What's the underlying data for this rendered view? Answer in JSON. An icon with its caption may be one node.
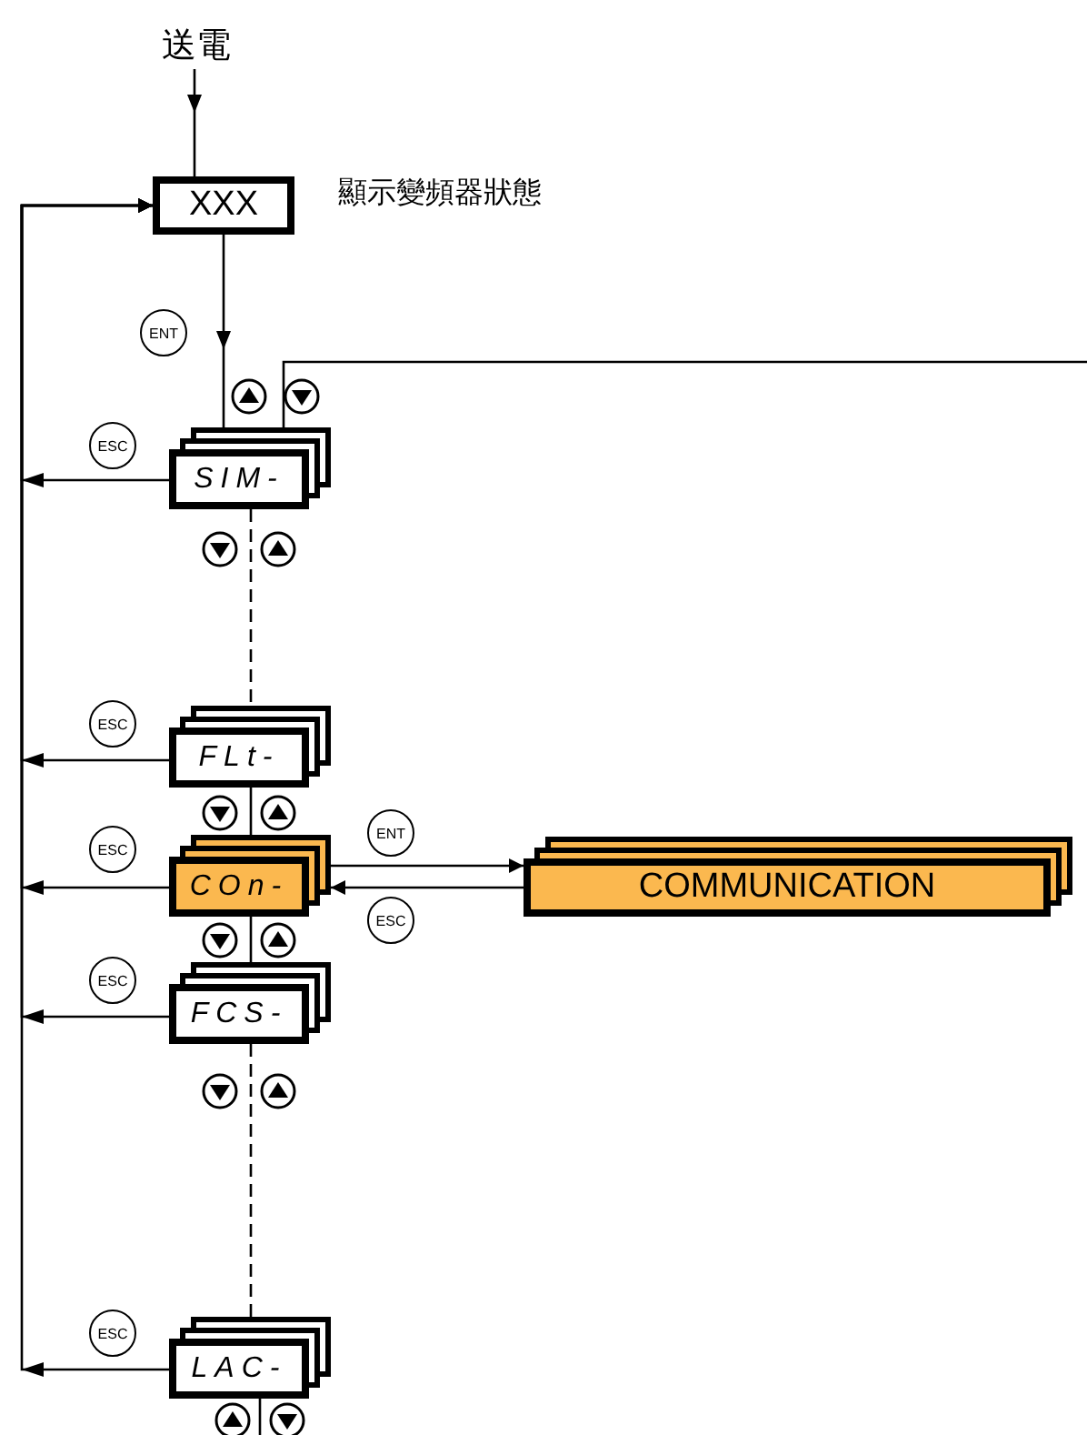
{
  "diagram": {
    "nodes": [
      {
        "text": [
          "送電"
        ]
      },
      {
        "text": [
          "XXX"
        ],
        "beside": [
          "顯示變頻器狀態"
        ]
      },
      {
        "text": [
          "SIM-"
        ]
      },
      {
        "text": [
          "FLt-"
        ]
      },
      {
        "text": [
          "COn-"
        ]
      },
      {
        "text": [
          "FCS-"
        ]
      },
      {
        "text": [
          "LAC-"
        ]
      },
      {
        "text": [
          "COMMUNICATION"
        ]
      }
    ],
    "edges": [
      {
        "from": 0,
        "to": 1,
        "arrow": "to"
      },
      {
        "from": 1,
        "to": 2,
        "arrow": "to",
        "label": "ENT"
      },
      {
        "from": 2,
        "to": 1,
        "arrow": "to",
        "label": "ESC"
      },
      {
        "from": 3,
        "to": 1,
        "arrow": "to",
        "label": "ESC"
      },
      {
        "from": 4,
        "to": 1,
        "arrow": "to",
        "label": "ESC"
      },
      {
        "from": 5,
        "to": 1,
        "arrow": "to",
        "label": "ESC"
      },
      {
        "from": 6,
        "to": 1,
        "arrow": "to",
        "label": "ESC"
      },
      {
        "from": 2,
        "to": 3,
        "arrow": "none",
        "style": "dashed"
      },
      {
        "from": 3,
        "to": 4,
        "arrow": "none"
      },
      {
        "from": 4,
        "to": 5,
        "arrow": "none"
      },
      {
        "from": 5,
        "to": 6,
        "arrow": "none",
        "style": "dashed"
      },
      {
        "from": 4,
        "to": 7,
        "arrow": "to",
        "label": "ENT"
      },
      {
        "from": 7,
        "to": 4,
        "arrow": "to",
        "label": "ESC"
      },
      {
        "from": 2,
        "to": null,
        "arrow": "none"
      },
      {
        "from": 6,
        "to": null,
        "arrow": "none"
      }
    ]
  }
}
